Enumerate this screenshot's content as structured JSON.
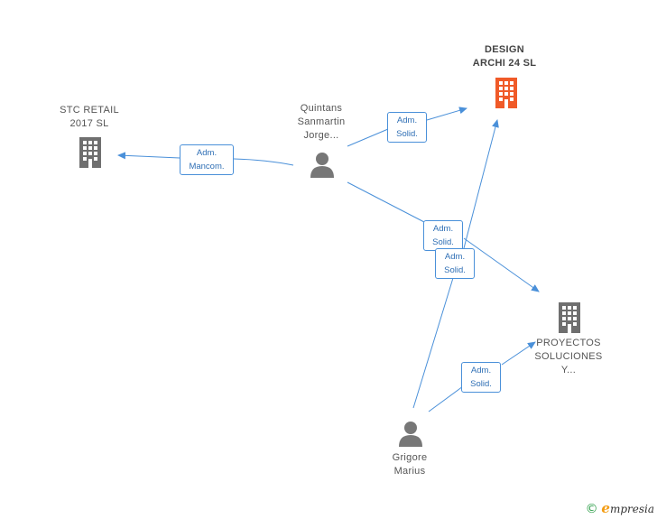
{
  "nodes": {
    "design_archi": {
      "line1": "DESIGN",
      "line2": "ARCHI 24  SL",
      "color": "#f05a28"
    },
    "stc_retail": {
      "line1": "STC RETAIL",
      "line2": "2017  SL",
      "color": "#6f6f6f"
    },
    "quintans": {
      "line1": "Quintans",
      "line2": "Sanmartin",
      "line3": "Jorge..."
    },
    "proyectos": {
      "line1": "PROYECTOS",
      "line2": "SOLUCIONES",
      "line3": "Y...",
      "color": "#6f6f6f"
    },
    "grigore": {
      "line1": "Grigore",
      "line2": "Marius"
    }
  },
  "edges": {
    "quintans_to_design": {
      "line1": "Adm.",
      "line2": "Solid."
    },
    "quintans_to_stc": {
      "line1": "Adm.",
      "line2": "Mancom."
    },
    "quintans_to_proyectos": {
      "line1": "Adm.",
      "line2": "Solid."
    },
    "grigore_to_design": {
      "line1": "Adm.",
      "line2": "Solid."
    },
    "grigore_to_proyectos": {
      "line1": "Adm.",
      "line2": "Solid."
    }
  },
  "colors": {
    "edge": "#4a90d9",
    "person": "#777777"
  },
  "brand": {
    "copyright": "©",
    "name_initial": "e",
    "name_rest": "mpresia"
  }
}
